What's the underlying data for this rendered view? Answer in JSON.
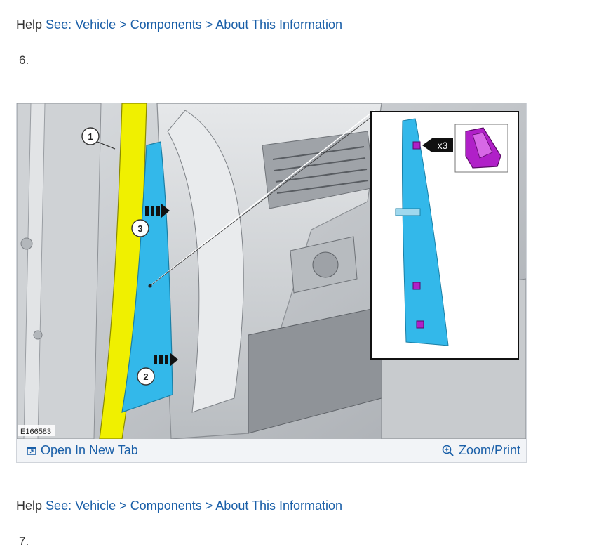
{
  "help1": {
    "label": "Help",
    "link_see": "See:",
    "crumbs": [
      "Vehicle",
      "Components",
      "About This Information"
    ],
    "separator": ">"
  },
  "step6": "6.",
  "figure": {
    "image_code": "E166583",
    "callouts": [
      "1",
      "2",
      "3"
    ],
    "inset_multiplier": "x3",
    "open_tab_label": "Open In New Tab",
    "zoom_label": "Zoom/Print",
    "colors": {
      "pillar_yellow": "#f0f000",
      "trim_cyan": "#33b8ea",
      "clip_purple": "#b020c8"
    }
  },
  "help2": {
    "label": "Help",
    "link_see": "See:",
    "crumbs": [
      "Vehicle",
      "Components",
      "About This Information"
    ],
    "separator": ">"
  },
  "step7": "7."
}
